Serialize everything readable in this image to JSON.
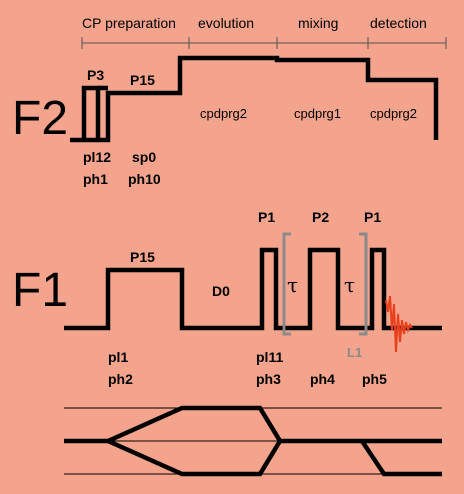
{
  "phases": {
    "cp": "CP preparation",
    "evolution": "evolution",
    "mixing": "mixing",
    "detection": "detection"
  },
  "channels": {
    "f2": "F2",
    "f1": "F1"
  },
  "f2": {
    "p3": "P3",
    "p15": "P15",
    "cpd_evolution": "cpdprg2",
    "cpd_mixing": "cpdprg1",
    "cpd_detection": "cpdprg2",
    "pl12": "pl12",
    "ph1": "ph1",
    "sp0": "sp0",
    "ph10": "ph10"
  },
  "f1": {
    "p15": "P15",
    "d0": "D0",
    "p1_first": "P1",
    "p2": "P2",
    "p1_last": "P1",
    "tau_1": "τ",
    "tau_2": "τ",
    "loop": "L1",
    "pl1": "pl1",
    "ph2": "ph2",
    "pl11": "pl11",
    "ph3": "ph3",
    "ph4": "ph4",
    "ph5": "ph5"
  },
  "colors": {
    "background": "#F4A48C",
    "line": "#000000",
    "bracket": "#8A8A8A",
    "fid": "#E8401C"
  }
}
